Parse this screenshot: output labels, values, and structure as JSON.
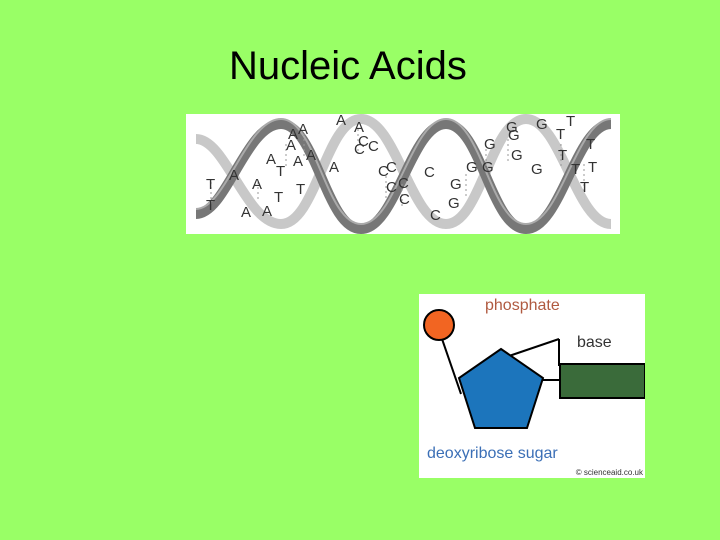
{
  "slide": {
    "title": "Nucleic Acids"
  },
  "dna_helix": {
    "letters": [
      "T",
      "T",
      "A",
      "A",
      "A",
      "A",
      "A",
      "A",
      "A",
      "A",
      "A",
      "A",
      "A",
      "A",
      "A",
      "C",
      "C",
      "C",
      "C",
      "C",
      "C",
      "C",
      "C",
      "C",
      "C",
      "G",
      "G",
      "G",
      "G",
      "G",
      "G",
      "G",
      "G",
      "G",
      "G",
      "T",
      "T",
      "T",
      "T",
      "T",
      "T",
      "T",
      "T",
      "T",
      "T"
    ],
    "colors": {
      "strand_dark": "#666666",
      "strand_light": "#c8c8c8",
      "letter": "#333333"
    }
  },
  "nucleotide": {
    "phosphate_label": "phosphate",
    "base_label": "base",
    "sugar_label": "deoxyribose sugar",
    "copyright": "© scienceaid.co.uk",
    "colors": {
      "phosphate": "#f26522",
      "sugar": "#1c75bc",
      "base": "#3a6b3a",
      "phosphate_text": "#b05a40",
      "sugar_text": "#3b6fb6",
      "base_text": "#333333"
    }
  }
}
